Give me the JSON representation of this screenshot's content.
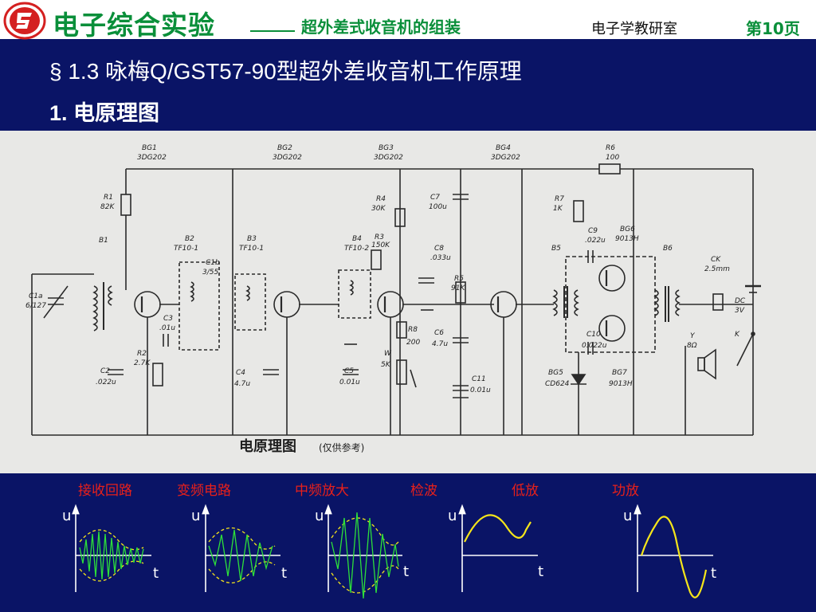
{
  "header": {
    "course_title": "电子综合实验",
    "subtitle": "超外差式收音机的组装",
    "lab": "电子学教研室",
    "page": "第10页"
  },
  "slide": {
    "section": "§ 1.3 咏梅Q/GST57-90型超外差收音机工作原理",
    "subheading": "1. 电原理图"
  },
  "schematic": {
    "caption": "电原理图",
    "caption_note": "(仅供参考)",
    "labels": {
      "bg1": "BG1",
      "bg1_type": "3DG202",
      "bg2": "BG2",
      "bg2_type": "3DG202",
      "bg3": "BG3",
      "bg3_type": "3DG202",
      "bg4": "BG4",
      "bg4_type": "3DG202",
      "r6": "R6",
      "r6_val": "100",
      "r1": "R1",
      "r1_val": "82K",
      "b1": "B1",
      "b2": "B2",
      "b2_type": "TF10-1",
      "b3": "B3",
      "b3_type": "TF10-1",
      "b4": "B4",
      "b4_type": "TF10-2",
      "r4": "R4",
      "r4_val": "30K",
      "r3": "R3",
      "r3_val": "150K",
      "c7": "C7",
      "c7_val": "100u",
      "c8": "C8",
      "c8_val": ".033u",
      "r7": "R7",
      "r7_val": "1K",
      "c9": "C9",
      "c9_val": ".022u",
      "bg6": "BG6",
      "bg6_type": "9013H",
      "b5": "B5",
      "b6": "B6",
      "ck": "CK",
      "ck_type": "2.5mm",
      "c1b": "C1b",
      "c1b_val": "3/55",
      "c1a": "C1a",
      "c1a_val": "6/127",
      "c3": "C3",
      "c3_val": ".01u",
      "r2": "R2",
      "r2_val": "2.7K",
      "c2": "C2",
      "c2_val": ".022u",
      "c4": "C4",
      "c4_val": "4.7u",
      "c5": "C5",
      "c5_val": "0.01u",
      "r5": "R5",
      "r5_val": "91K",
      "r8": "R8",
      "r8_val": "200",
      "c6": "C6",
      "c6_val": "4.7u",
      "w": "W",
      "w_val": "5K",
      "c11": "C11",
      "c11_val": "0.01u",
      "c10": "C10",
      "c10_val": "0.022u",
      "bg5": "BG5",
      "bg5_type": "CD624",
      "bg7": "BG7",
      "bg7_type": "9013H",
      "dc": "DC",
      "dc_val": "3V",
      "k": "K",
      "y": "Y",
      "y_val": "8Ω"
    }
  },
  "stages": [
    "接收回路",
    "变频电路",
    "中频放大",
    "检波",
    "低放",
    "功放"
  ],
  "axes": {
    "u": "u",
    "t": "t"
  },
  "colors": {
    "background": "#0a1466",
    "green": "#0a8f3a",
    "red": "#e8201a",
    "wave_green": "#2de03a",
    "wave_yellow": "#f5e51a"
  }
}
